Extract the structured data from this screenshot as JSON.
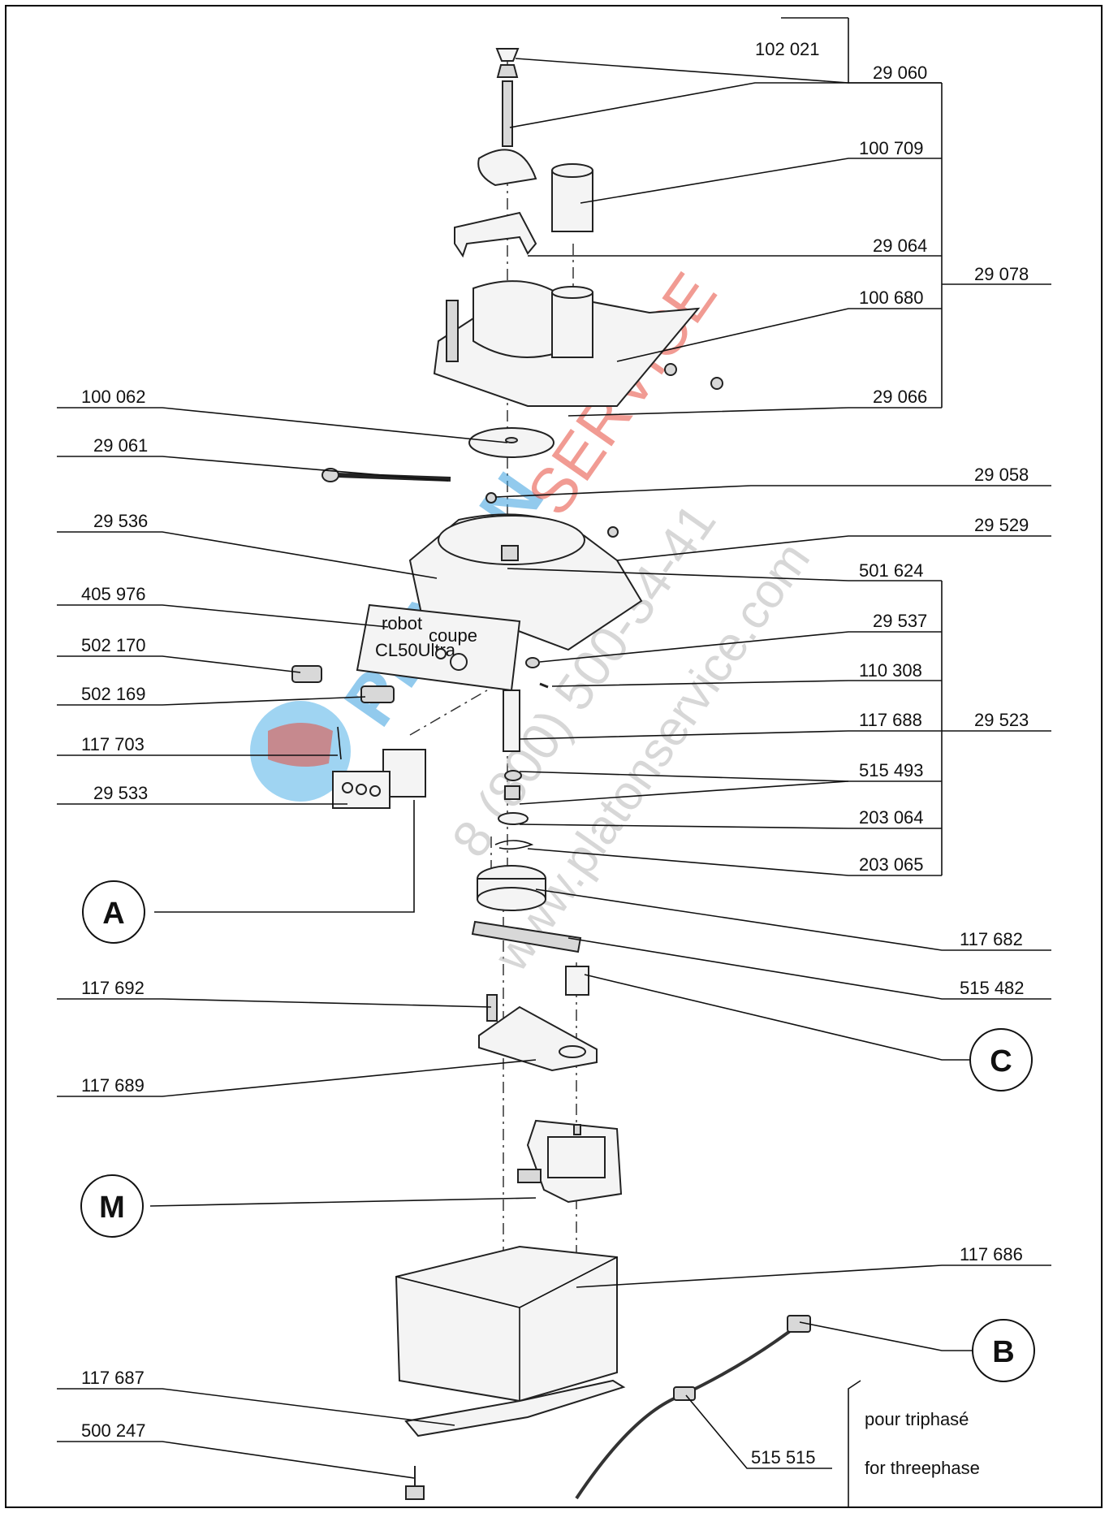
{
  "callouts_right": [
    {
      "id": "102021",
      "text": "102 021"
    },
    {
      "id": "29060",
      "text": "29 060"
    },
    {
      "id": "100709",
      "text": "100 709"
    },
    {
      "id": "29064",
      "text": "29 064"
    },
    {
      "id": "29078",
      "text": "29 078"
    },
    {
      "id": "100680",
      "text": "100 680"
    },
    {
      "id": "29066",
      "text": "29 066"
    },
    {
      "id": "29058",
      "text": "29 058"
    },
    {
      "id": "29529",
      "text": "29 529"
    },
    {
      "id": "501624",
      "text": "501 624"
    },
    {
      "id": "29537",
      "text": "29 537"
    },
    {
      "id": "110308",
      "text": "110 308"
    },
    {
      "id": "117688",
      "text": "117 688"
    },
    {
      "id": "29523",
      "text": "29 523"
    },
    {
      "id": "515493",
      "text": "515 493"
    },
    {
      "id": "203064",
      "text": "203 064"
    },
    {
      "id": "203065",
      "text": "203 065"
    },
    {
      "id": "117682",
      "text": "117 682"
    },
    {
      "id": "515482",
      "text": "515 482"
    },
    {
      "id": "117686",
      "text": "117 686"
    },
    {
      "id": "515515",
      "text": "515 515"
    }
  ],
  "callouts_left": [
    {
      "id": "100062",
      "text": "100 062"
    },
    {
      "id": "29061",
      "text": "29 061"
    },
    {
      "id": "29536",
      "text": "29 536"
    },
    {
      "id": "405976",
      "text": "405 976"
    },
    {
      "id": "502170",
      "text": "502 170"
    },
    {
      "id": "502169",
      "text": "502 169"
    },
    {
      "id": "117703",
      "text": "117 703"
    },
    {
      "id": "29533",
      "text": "29 533"
    },
    {
      "id": "117692",
      "text": "117 692"
    },
    {
      "id": "117689",
      "text": "117 689"
    },
    {
      "id": "117687",
      "text": "117 687"
    },
    {
      "id": "500247",
      "text": "500 247"
    }
  ],
  "sub_assemblies": [
    {
      "id": "A",
      "text": "A"
    },
    {
      "id": "C",
      "text": "C"
    },
    {
      "id": "M",
      "text": "M"
    },
    {
      "id": "B",
      "text": "B"
    }
  ],
  "notes": {
    "fr": "pour triphasé",
    "en": "for threephase"
  },
  "nameplate": {
    "line1": "robot",
    "line2": "coupe",
    "model": "CL50Ultra"
  },
  "watermark": {
    "brand_lat": "PLATON",
    "brand_service": "SERVICE",
    "phone": "8 (800) 500-34-41",
    "url": "www.platonservice.com"
  }
}
